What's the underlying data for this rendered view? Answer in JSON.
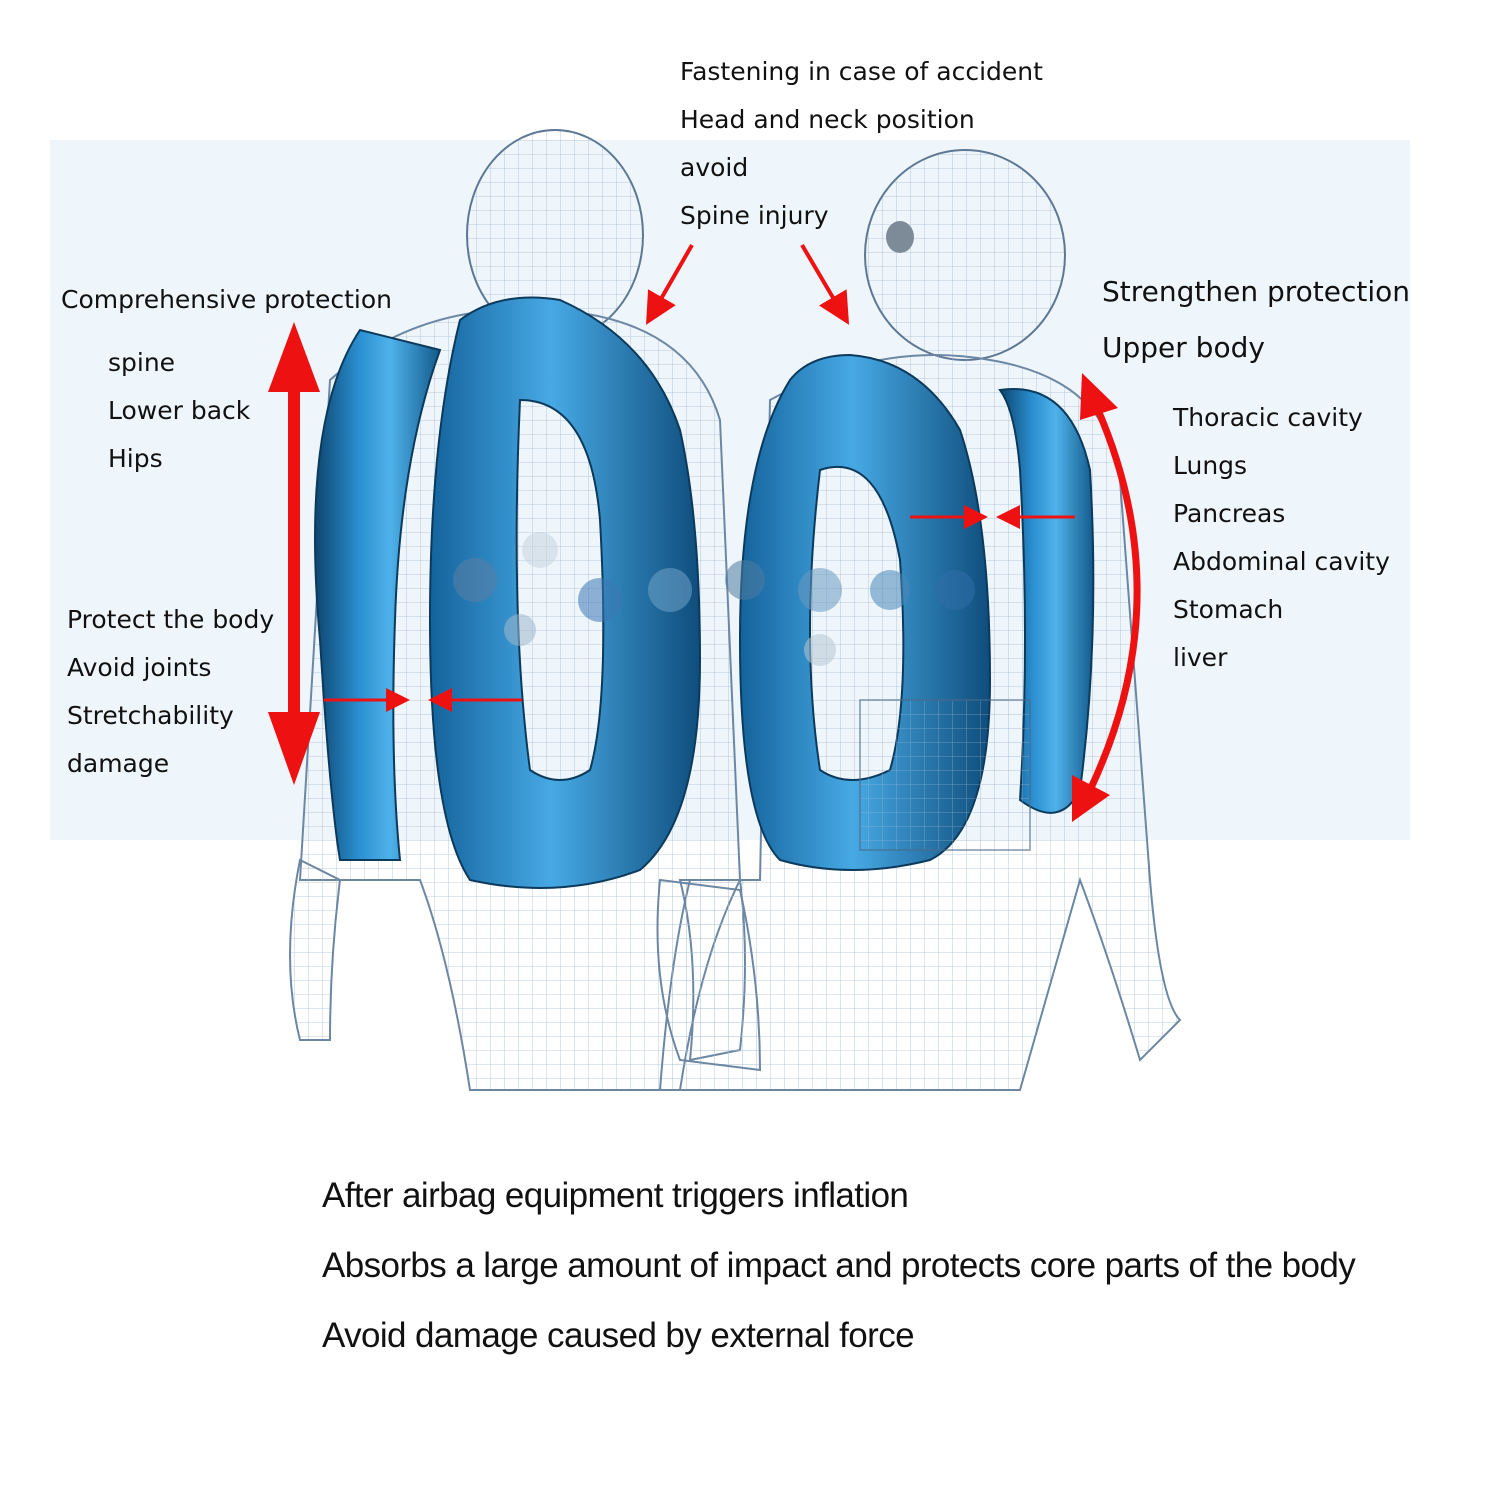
{
  "labels": {
    "top": [
      "Fastening in case of accident",
      "Head and neck position",
      "avoid",
      "Spine injury"
    ],
    "left_upper_title": "Comprehensive protection",
    "left_upper_items": [
      "spine",
      "Lower back",
      "Hips"
    ],
    "left_lower": [
      "Protect the body",
      "Avoid joints",
      "Stretchability",
      "damage"
    ],
    "right_upper": [
      "Strengthen protection",
      "Upper body"
    ],
    "right_lower": [
      "Thoracic cavity",
      "Lungs",
      "Pancreas",
      "Abdominal cavity",
      "Stomach",
      "liver"
    ]
  },
  "caption": [
    "After airbag equipment triggers inflation",
    "Absorbs a large amount of impact and protects core parts of the body",
    "Avoid damage caused by external force"
  ],
  "colors": {
    "arrow": "#ee1111",
    "airbag": "#1e7fc0",
    "airbag_dark": "#0f4f80",
    "wireframe": "#8fa9c4",
    "background_tint": "#eef6fb"
  },
  "icons": {
    "figure": "wireframe-human-figure",
    "airbag": "inflatable-airbag-vest"
  }
}
